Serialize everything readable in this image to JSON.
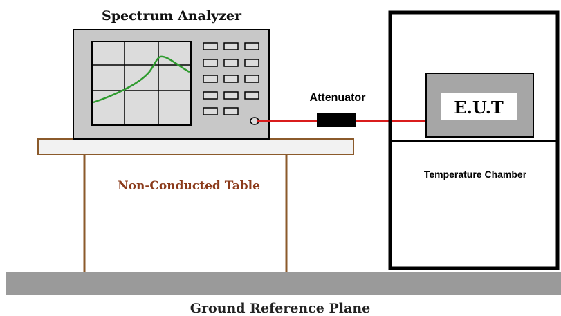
{
  "labels": {
    "spectrum_analyzer": "Spectrum Analyzer",
    "attenuator": "Attenuator",
    "eut": "E.U.T",
    "temperature_chamber": "Temperature Chamber",
    "non_conducted_table": "Non-Conducted Table",
    "ground_reference_plane": "Ground Reference Plane"
  },
  "colors": {
    "outline": "#000000",
    "analyzer_body": "#c8c8c8",
    "analyzer_screen": "#dcdcdc",
    "trace": "#2e9b2e",
    "cable": "#d91c1c",
    "attenuator_block": "#000000",
    "eut_body": "#a6a6a6",
    "table": "#f2f2f2",
    "table_legs": "#8b5a2b",
    "table_label": "#8b3a1a",
    "ground_plane": "#9a9a9a"
  }
}
